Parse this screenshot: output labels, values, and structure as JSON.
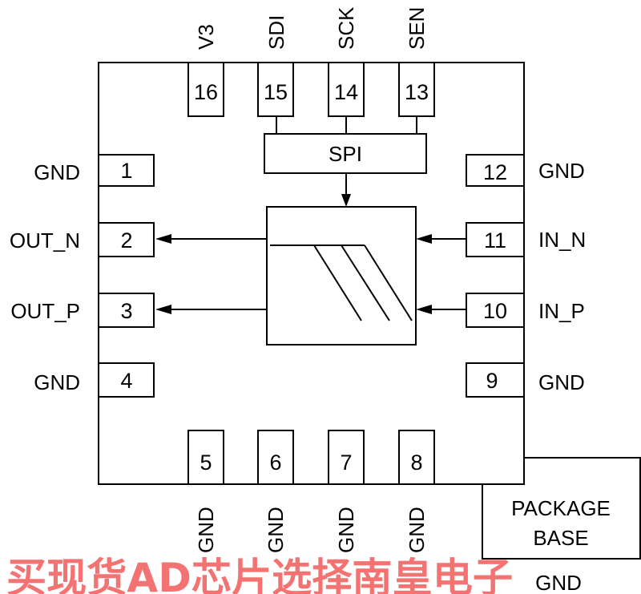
{
  "top_pins": [
    {
      "num": "16",
      "label": "V3"
    },
    {
      "num": "15",
      "label": "SDI"
    },
    {
      "num": "14",
      "label": "SCK"
    },
    {
      "num": "13",
      "label": "SEN"
    }
  ],
  "left_pins": [
    {
      "num": "1",
      "label": "GND"
    },
    {
      "num": "2",
      "label": "OUT_N"
    },
    {
      "num": "3",
      "label": "OUT_P"
    },
    {
      "num": "4",
      "label": "GND"
    }
  ],
  "right_pins": [
    {
      "num": "12",
      "label": "GND"
    },
    {
      "num": "11",
      "label": "IN_N"
    },
    {
      "num": "10",
      "label": "IN_P"
    },
    {
      "num": "9",
      "label": "GND"
    }
  ],
  "bottom_pins": [
    {
      "num": "5",
      "label": "GND"
    },
    {
      "num": "6",
      "label": "GND"
    },
    {
      "num": "7",
      "label": "GND"
    },
    {
      "num": "8",
      "label": "GND"
    }
  ],
  "spi_label": "SPI",
  "package_base": {
    "line1": "PACKAGE",
    "line2": "BASE",
    "label": "GND"
  },
  "watermark": "买现货AD芯片选择南皇电子"
}
